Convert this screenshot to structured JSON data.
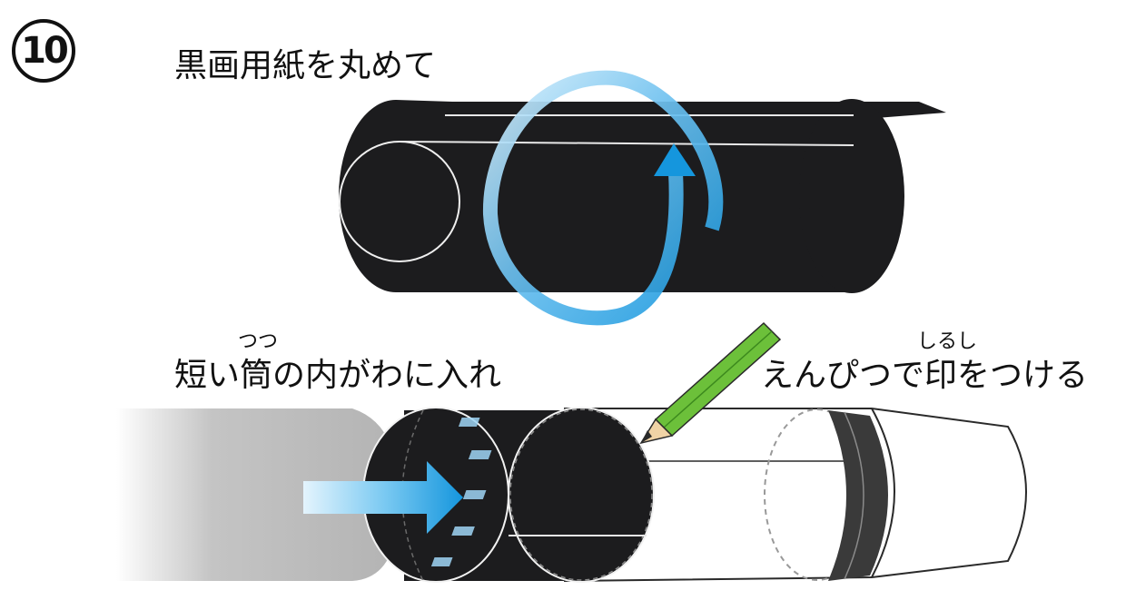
{
  "step_number": "10",
  "steps": {
    "roll": {
      "label": "黒画用紙を丸めて"
    },
    "insert": {
      "label": "短い筒の内がわに入れ",
      "ruby": "つつ"
    },
    "mark": {
      "label": "えんぴつで印をつける",
      "ruby": "しるし"
    }
  },
  "colors": {
    "black_paper": "#1c1c1e",
    "arrow_blue": "#1a9be0",
    "pencil_green": "#6cc03a",
    "outline": "#2a2a2a",
    "shadow_gray": "#b8b8b8"
  },
  "icons": [
    "rotate-arrow-icon",
    "push-arrow-icon",
    "pencil-icon"
  ]
}
